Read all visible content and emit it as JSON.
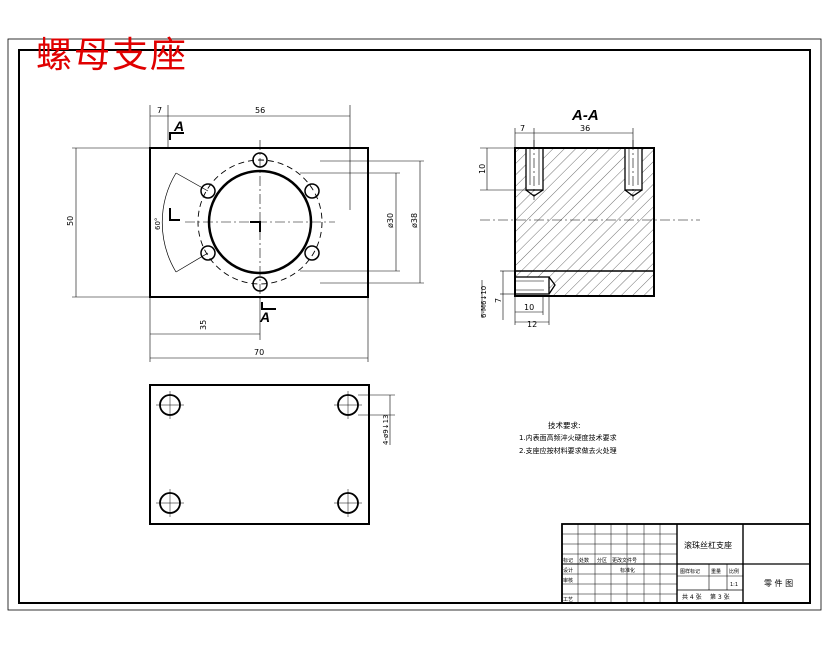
{
  "drawing": {
    "title": "螺母支座",
    "section_label": "A-A",
    "section_marks": [
      "A",
      "A"
    ],
    "front_view_dims": {
      "top_offset": "7",
      "top_span": "56",
      "height": "50",
      "left_small": "60°",
      "dia_inner": "ø30",
      "dia_outer": "ø38",
      "bottom_half": "35",
      "overall_width": "70"
    },
    "section_view_dims": {
      "top_offset": "7",
      "top_span": "36",
      "depth_left": "10",
      "hole_label": "6-M6↓10",
      "small_vert": "7",
      "bottom_a": "10",
      "bottom_b": "12"
    },
    "plan_view_dims": {
      "hole": "4-ø9↓13"
    },
    "tech_requirements": {
      "heading": "技术要求:",
      "items": [
        "1.内表面高频淬火硬度技术要求",
        "2.支座应按材料要求做去火处理"
      ]
    },
    "title_block": {
      "name": "滚珠丝杠支座",
      "cells_left": [
        "标记",
        "处数",
        "分区",
        "更改文件号",
        "设计",
        "标准化",
        "审核",
        "工艺"
      ],
      "stage_label": "图样标记",
      "weight_label": "重量",
      "scale_label": "比例",
      "scale_value": "1:1",
      "sheet_total": "共 4 张",
      "sheet_index": "第 3 张",
      "drawing_type": "零 件 图"
    }
  }
}
